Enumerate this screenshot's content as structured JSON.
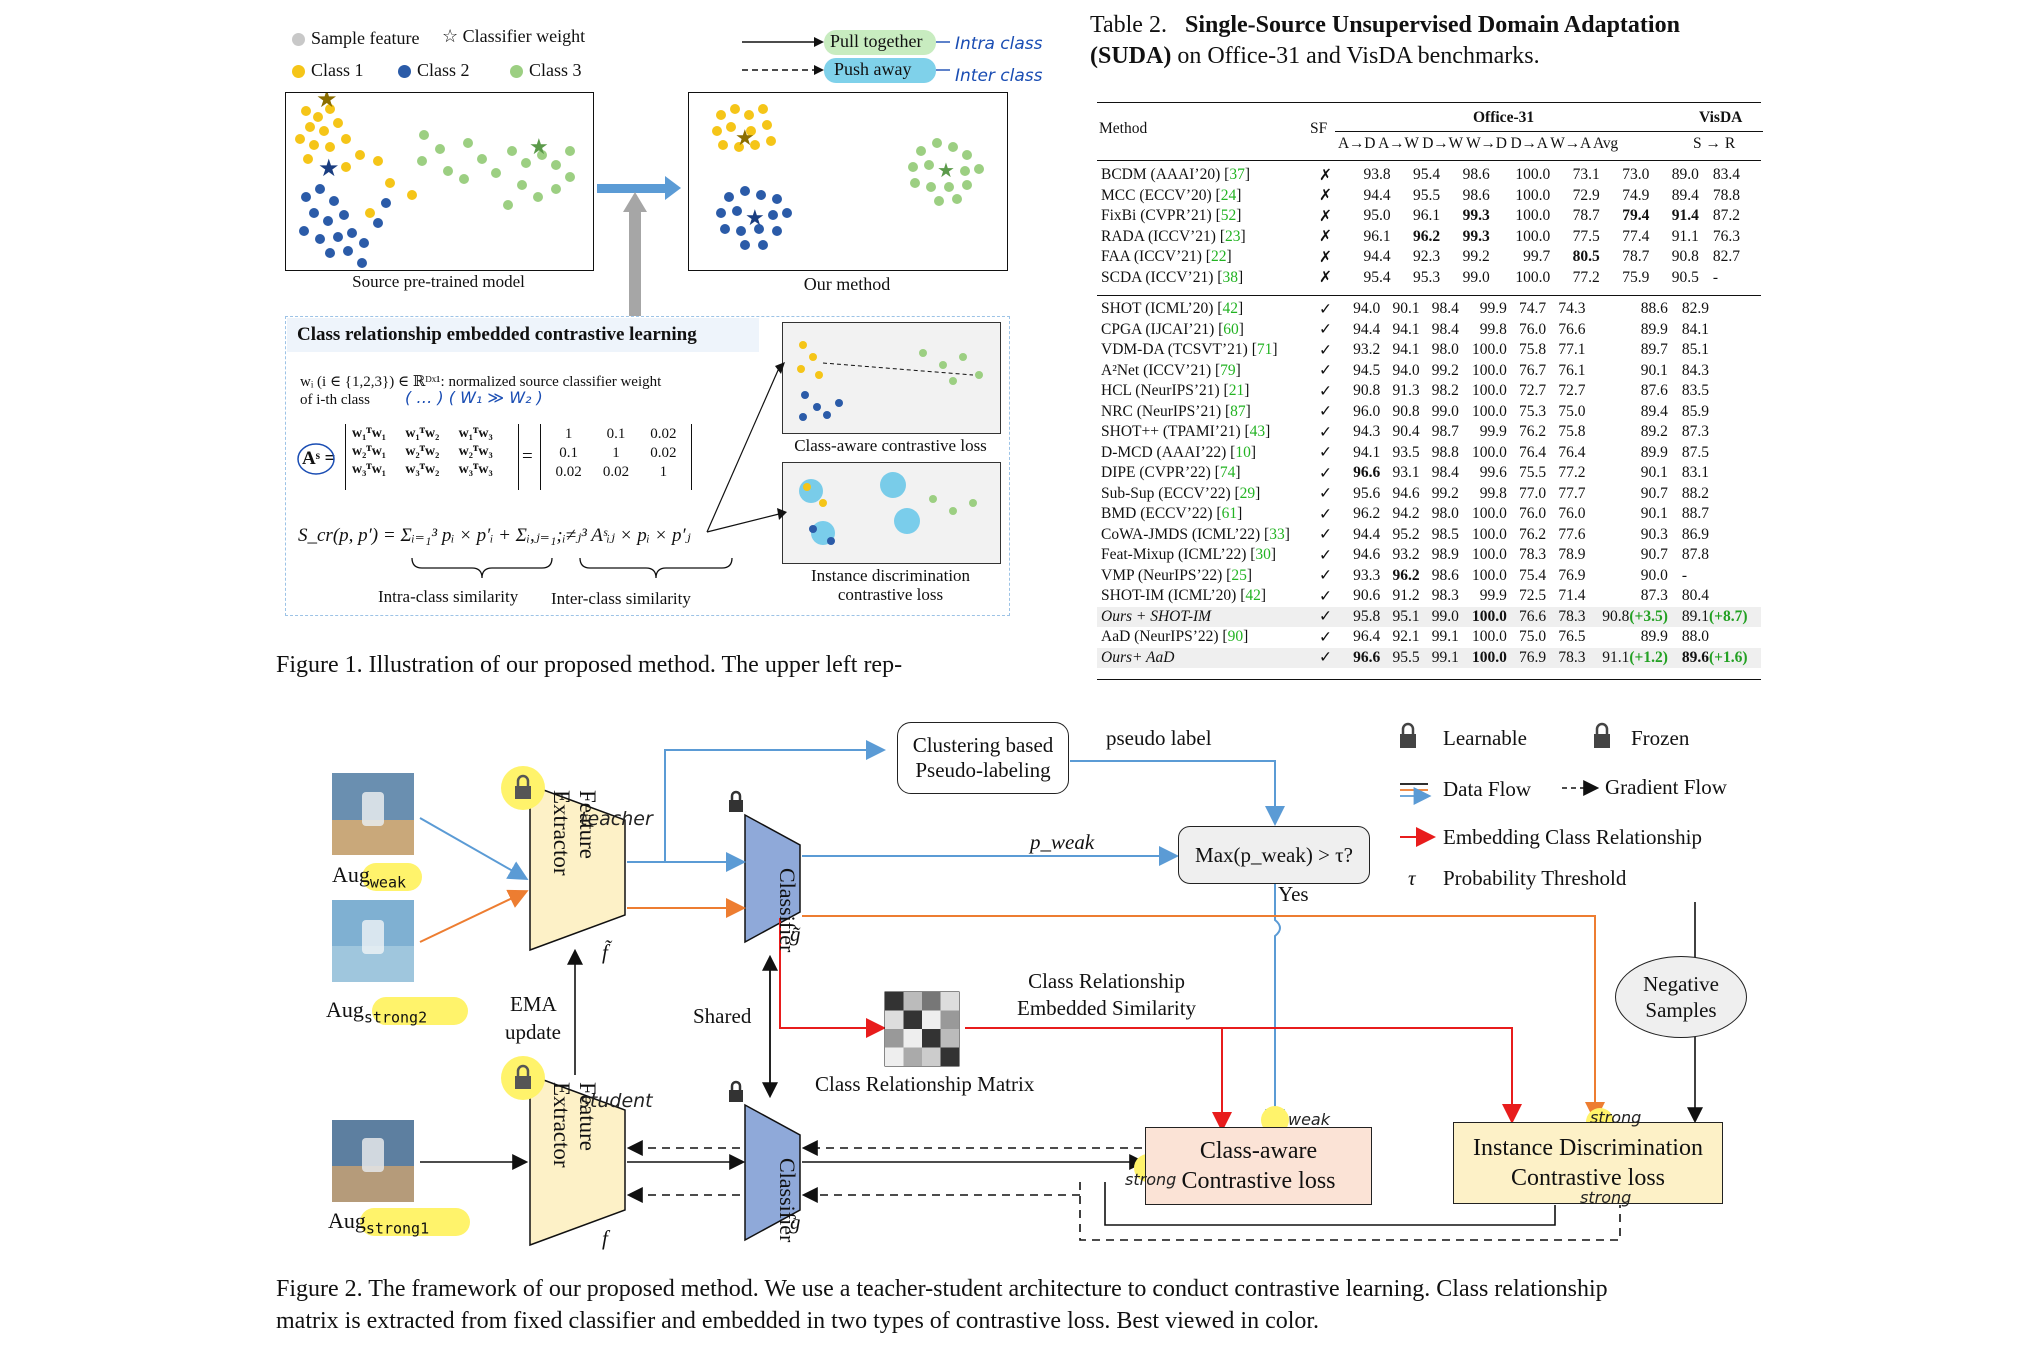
{
  "figure1": {
    "legend": {
      "sample_feature": "Sample feature",
      "classifier_weight": "Classifier weight",
      "class1": "Class 1",
      "class2": "Class 2",
      "class3": "Class 3",
      "pull_together": "Pull together",
      "push_away": "Push away",
      "note_intra": "Intra class",
      "note_inter": "Inter class"
    },
    "panel_left_caption": "Source pre-trained model",
    "panel_right_caption": "Our method",
    "crl": {
      "title": "Class relationship embedded contrastive learning",
      "def_line1": "wᵢ (i ∈ {1,2,3}) ∈ ℝᴰˣ¹: normalized source classifier weight",
      "def_line2": "of i-th class",
      "matrix_lhs": "Aˢ =",
      "matrix_rows": [
        [
          "w₁ᵀw₁",
          "w₁ᵀw₂",
          "w₁ᵀw₃"
        ],
        [
          "w₂ᵀw₁",
          "w₂ᵀw₂",
          "w₂ᵀw₃"
        ],
        [
          "w₃ᵀw₁",
          "w₃ᵀw₂",
          "w₃ᵀw₃"
        ]
      ],
      "matrix_values": [
        [
          "1",
          "0.1",
          "0.02"
        ],
        [
          "0.1",
          "1",
          "0.02"
        ],
        [
          "0.02",
          "0.02",
          "1"
        ]
      ],
      "scr_formula": "S_cr(p, p′) = Σᵢ₌₁³ pᵢ × p′ᵢ + Σᵢ,ⱼ₌₁;ᵢ≠ⱼ³ Aˢᵢⱼ × pᵢ × p′ⱼ",
      "intra_label": "Intra-class similarity",
      "inter_label": "Inter-class similarity",
      "loss1_caption": "Class-aware contrastive loss",
      "loss2_caption": "Instance discrimination contrastive loss",
      "loss2_caption_l1": "Instance discrimination",
      "loss2_caption_l2": "contrastive loss"
    },
    "caption": "Figure 1. Illustration of our proposed method. The upper left rep-"
  },
  "table": {
    "title_prefix": "Table 2.",
    "title_bold": "Single-Source Unsupervised Domain Adaptation (SUDA)",
    "title_suffix": "on Office-31 and VisDA benchmarks.",
    "title_line1_bold": "Single-Source Unsupervised Domain Adaptation",
    "title_line2_bold": "(SUDA)",
    "header": {
      "method": "Method",
      "sf": "SF",
      "office": "Office-31",
      "visda": "VisDA",
      "office_cols": "A→D A→W D→W W→D D→A W→A Avg",
      "visda_col": "S → R"
    },
    "group1": [
      {
        "method": "BCDM (AAAI’20)",
        "cite": "37",
        "sf": "✗",
        "vals": [
          "93.8",
          "95.4",
          "98.6",
          "100.0",
          "73.1",
          "73.0",
          "89.0"
        ],
        "visda": "83.4"
      },
      {
        "method": "MCC (ECCV’20)",
        "cite": "24",
        "sf": "✗",
        "vals": [
          "94.4",
          "95.5",
          "98.6",
          "100.0",
          "72.9",
          "74.9",
          "89.4"
        ],
        "visda": "78.8"
      },
      {
        "method": "FixBi (CVPR’21)",
        "cite": "52",
        "sf": "✗",
        "vals": [
          "95.0",
          "96.1",
          "99.3",
          "100.0",
          "78.7",
          "79.4",
          "91.4"
        ],
        "visda": "87.2",
        "bold": [
          2,
          5,
          6
        ]
      },
      {
        "method": "RADA (ICCV’21)",
        "cite": "23",
        "sf": "✗",
        "vals": [
          "96.1",
          "96.2",
          "99.3",
          "100.0",
          "77.5",
          "77.4",
          "91.1"
        ],
        "visda": "76.3",
        "bold": [
          1,
          2
        ]
      },
      {
        "method": "FAA (ICCV’21)",
        "cite": "22",
        "sf": "✗",
        "vals": [
          "94.4",
          "92.3",
          "99.2",
          "99.7",
          "80.5",
          "78.7",
          "90.8"
        ],
        "visda": "82.7",
        "bold": [
          4
        ]
      },
      {
        "method": "SCDA (ICCV’21)",
        "cite": "38",
        "sf": "✗",
        "vals": [
          "95.4",
          "95.3",
          "99.0",
          "100.0",
          "77.2",
          "75.9",
          "90.5"
        ],
        "visda": "-"
      }
    ],
    "group2": [
      {
        "method": "SHOT (ICML’20)",
        "cite": "42",
        "sf": "✓",
        "vals": [
          "94.0",
          "90.1",
          "98.4",
          "99.9",
          "74.7",
          "74.3",
          "88.6"
        ],
        "visda": "82.9"
      },
      {
        "method": "CPGA (IJCAI’21)",
        "cite": "60",
        "sf": "✓",
        "vals": [
          "94.4",
          "94.1",
          "98.4",
          "99.8",
          "76.0",
          "76.6",
          "89.9"
        ],
        "visda": "84.1"
      },
      {
        "method": "VDM-DA (TCSVT’21)",
        "cite": "71",
        "sf": "✓",
        "vals": [
          "93.2",
          "94.1",
          "98.0",
          "100.0",
          "75.8",
          "77.1",
          "89.7"
        ],
        "visda": "85.1"
      },
      {
        "method": "A²Net (ICCV’21)",
        "cite": "79",
        "sf": "✓",
        "vals": [
          "94.5",
          "94.0",
          "99.2",
          "100.0",
          "76.7",
          "76.1",
          "90.1"
        ],
        "visda": "84.3"
      },
      {
        "method": "HCL (NeurIPS’21)",
        "cite": "21",
        "sf": "✓",
        "vals": [
          "90.8",
          "91.3",
          "98.2",
          "100.0",
          "72.7",
          "72.7",
          "87.6"
        ],
        "visda": "83.5"
      },
      {
        "method": "NRC (NeurIPS’21)",
        "cite": "87",
        "sf": "✓",
        "vals": [
          "96.0",
          "90.8",
          "99.0",
          "100.0",
          "75.3",
          "75.0",
          "89.4"
        ],
        "visda": "85.9"
      },
      {
        "method": "SHOT++ (TPAMI’21)",
        "cite": "43",
        "sf": "✓",
        "vals": [
          "94.3",
          "90.4",
          "98.7",
          "99.9",
          "76.2",
          "75.8",
          "89.2"
        ],
        "visda": "87.3"
      },
      {
        "method": "D-MCD (AAAI’22)",
        "cite": "10",
        "sf": "✓",
        "vals": [
          "94.1",
          "93.5",
          "98.8",
          "100.0",
          "76.4",
          "76.4",
          "89.9"
        ],
        "visda": "87.5"
      },
      {
        "method": "DIPE (CVPR’22)",
        "cite": "74",
        "sf": "✓",
        "vals": [
          "96.6",
          "93.1",
          "98.4",
          "99.6",
          "75.5",
          "77.2",
          "90.1"
        ],
        "visda": "83.1",
        "bold": [
          0
        ]
      },
      {
        "method": "Sub-Sup (ECCV’22)",
        "cite": "29",
        "sf": "✓",
        "vals": [
          "95.6",
          "94.6",
          "99.2",
          "99.8",
          "77.0",
          "77.7",
          "90.7"
        ],
        "visda": "88.2"
      },
      {
        "method": "BMD (ECCV’22)",
        "cite": "61",
        "sf": "✓",
        "vals": [
          "96.2",
          "94.2",
          "98.0",
          "100.0",
          "76.0",
          "76.0",
          "90.1"
        ],
        "visda": "88.7"
      },
      {
        "method": "CoWA-JMDS (ICML’22)",
        "cite": "33",
        "sf": "✓",
        "vals": [
          "94.4",
          "95.2",
          "98.5",
          "100.0",
          "76.2",
          "77.6",
          "90.3"
        ],
        "visda": "86.9"
      },
      {
        "method": "Feat-Mixup (ICML’22)",
        "cite": "30",
        "sf": "✓",
        "vals": [
          "94.6",
          "93.2",
          "98.9",
          "100.0",
          "78.3",
          "78.9",
          "90.7"
        ],
        "visda": "87.8"
      },
      {
        "method": "VMP (NeurIPS’22)",
        "cite": "25",
        "sf": "✓",
        "vals": [
          "93.3",
          "96.2",
          "98.6",
          "100.0",
          "75.4",
          "76.9",
          "90.0"
        ],
        "visda": "-",
        "bold": [
          1
        ]
      },
      {
        "method": "SHOT-IM (ICML’20)",
        "cite": "42",
        "sf": "✓",
        "vals": [
          "90.6",
          "91.2",
          "98.3",
          "99.9",
          "72.5",
          "71.4",
          "87.3"
        ],
        "visda": "80.4"
      },
      {
        "method": "Ours + SHOT-IM",
        "cite": "",
        "sf": "✓",
        "vals": [
          "95.8",
          "95.1",
          "99.0",
          "100.0",
          "76.6",
          "78.3",
          "90.8"
        ],
        "avg_gain": "(+3.5)",
        "visda": "89.1",
        "visda_gain": "(+8.7)",
        "ours": true,
        "bold": [
          3
        ]
      },
      {
        "method": "AaD (NeurIPS’22)",
        "cite": "90",
        "sf": "✓",
        "vals": [
          "96.4",
          "92.1",
          "99.1",
          "100.0",
          "75.0",
          "76.5",
          "89.9"
        ],
        "visda": "88.0"
      },
      {
        "method": "Ours+ AaD",
        "cite": "",
        "sf": "✓",
        "vals": [
          "96.6",
          "95.5",
          "99.1",
          "100.0",
          "76.9",
          "78.3",
          "91.1"
        ],
        "avg_gain": "(+1.2)",
        "visda": "89.6",
        "visda_gain": "(+1.6)",
        "ours": true,
        "bold": [
          0,
          3
        ],
        "visda_bold": true
      }
    ]
  },
  "figure2": {
    "clustering": "Clustering based Pseudo-labeling",
    "clustering_l1": "Clustering based",
    "clustering_l2": "Pseudo-labeling",
    "pseudo_label": "pseudo label",
    "p_weak": "p_weak",
    "max_box": "Max(p_weak) > τ?",
    "yes": "Yes",
    "feature_extractor": "Feature Extractor",
    "fe_l1": "Feature",
    "fe_l2": "Extractor",
    "classifier": "Classifier",
    "f_tilde": "f̃",
    "g_tilde": "g̃",
    "f": "f",
    "g": "g",
    "aug_weak": "Aug",
    "aug_weak_sub": "weak",
    "aug_strong2_sub": "strong2",
    "aug_strong1_sub": "strong1",
    "ema": "EMA",
    "update": "update",
    "shared": "Shared",
    "crm": "Class Relationship Matrix",
    "cres_l1": "Class Relationship",
    "cres_l2": "Embedded Similarity",
    "negative_l1": "Negative",
    "negative_l2": "Samples",
    "cacl_l1": "Class-aware",
    "cacl_l2": "Contrastive loss",
    "idcl_l1": "Instance Discrimination",
    "idcl_l2": "Contrastive loss",
    "legend": {
      "learnable": "Learnable",
      "frozen": "Frozen",
      "data_flow": "Data Flow",
      "gradient_flow": "Gradient Flow",
      "embedding": "Embedding Class Relationship",
      "tau": "τ",
      "prob_threshold": "Probability Threshold"
    },
    "notes": {
      "teacher": "teacher",
      "student": "student",
      "weak": "weak",
      "strong": "strong"
    },
    "caption_l1": "Figure 2. The framework of our proposed method. We use a teacher-student architecture to conduct contrastive learning. Class relationship",
    "caption_l2": "matrix is extracted from fixed classifier and embedded in two types of contrastive loss. Best viewed in color.",
    "colors": {
      "yellow": "#f5c518",
      "blue": "#2b5ba8",
      "green": "#9ccf82",
      "orange": "#ed7d31",
      "arrow_blue": "#5b9bd5",
      "red": "#e81c1c"
    }
  }
}
